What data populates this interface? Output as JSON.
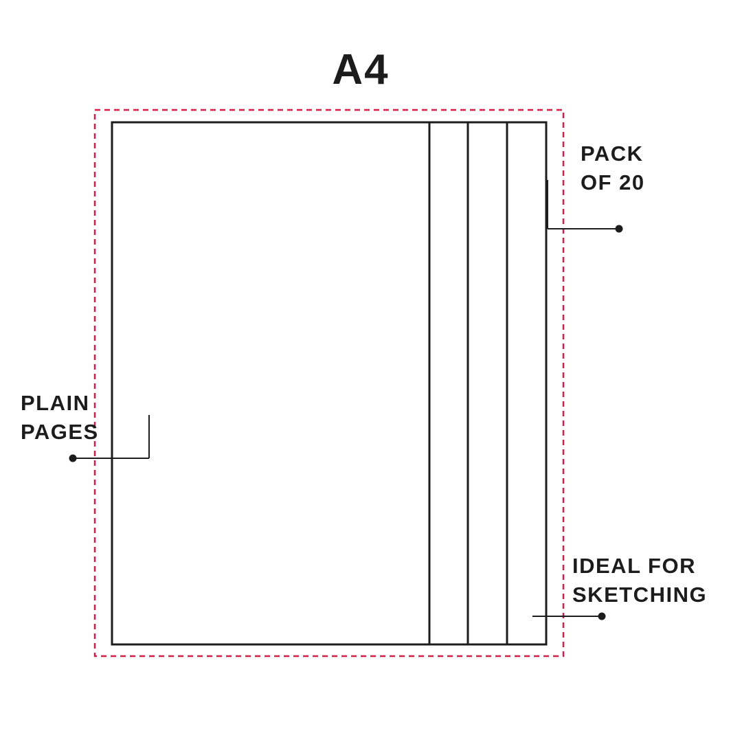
{
  "title": "A4",
  "colors": {
    "outline": "#1c1c1c",
    "dashed_border": "#d51f47"
  },
  "annotations": {
    "pack": {
      "line1": "PACK",
      "line2": "OF 20"
    },
    "plain": {
      "line1": "PLAIN",
      "line2": "PAGES"
    },
    "ideal": {
      "line1": "IDEAL FOR",
      "line2": "SKETCHING"
    }
  }
}
